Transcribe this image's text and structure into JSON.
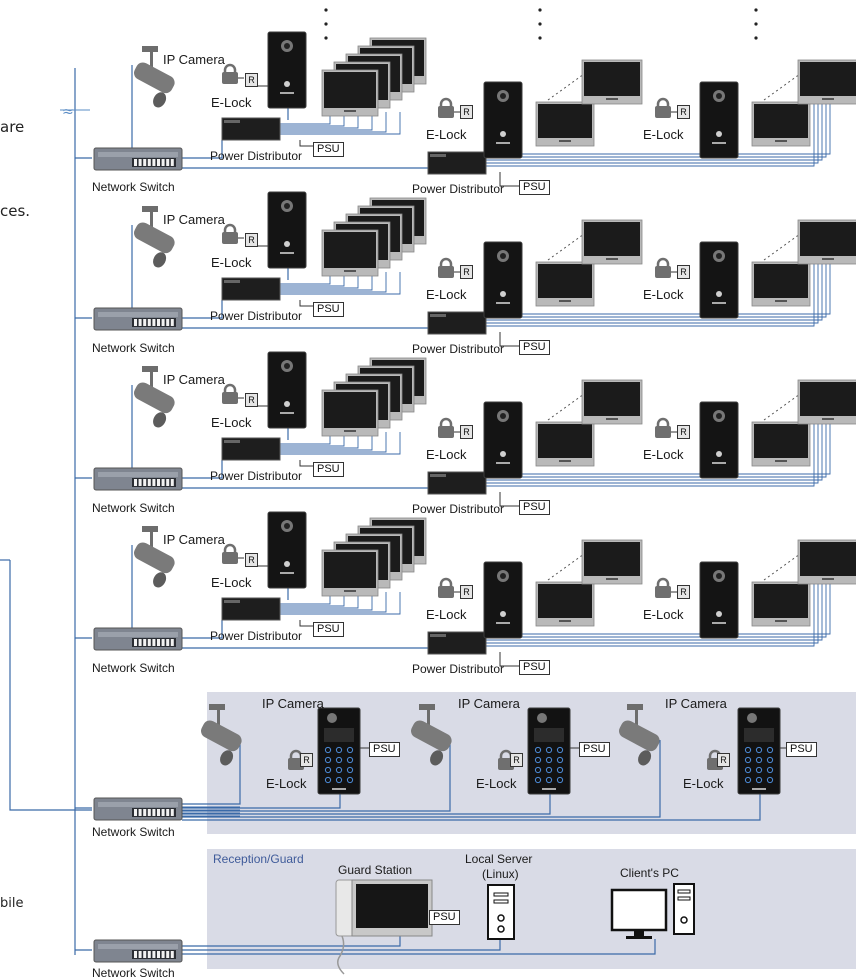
{
  "left_text": {
    "line1": "are",
    "line2": "ces.",
    "line3": "bile"
  },
  "labels": {
    "ip_camera": "IP Camera",
    "e_lock": "E-Lock",
    "relay": "R",
    "psu": "PSU",
    "power_distributor": "Power Distributor",
    "network_switch": "Network Switch"
  },
  "reception": {
    "title": "Reception/Guard",
    "guard_station": "Guard Station",
    "local_server_line1": "Local Server",
    "local_server_line2": "(Linux)",
    "clients_pc": "Client's PC"
  },
  "colors": {
    "cable": "#3b6aa8",
    "panel_bg": "#d9dbe6",
    "device_dark": "#161616"
  }
}
